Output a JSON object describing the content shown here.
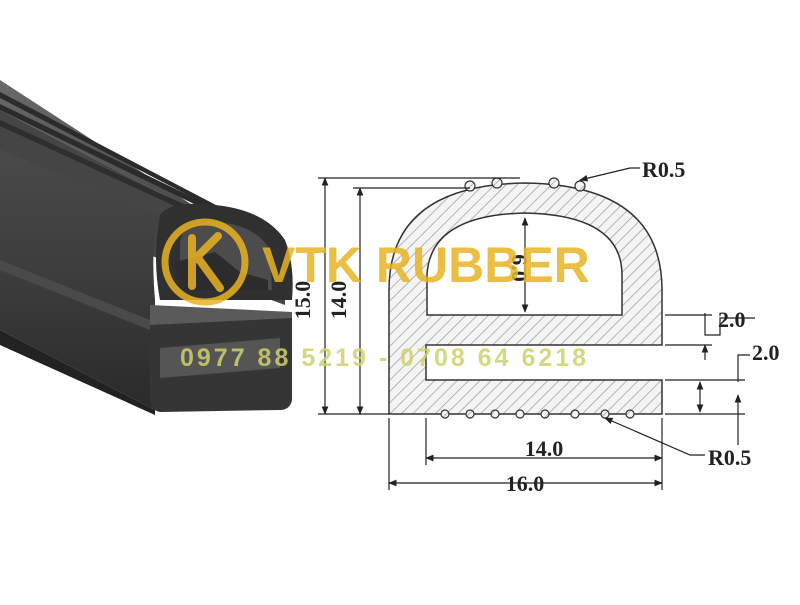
{
  "brand": {
    "name": "VTK RUBBER",
    "logo_letter": "K",
    "phones": "0977 88 5219 - 0708 64 6218",
    "color": "#e8b423"
  },
  "drawing": {
    "product": "E-profile rubber seal",
    "dimensions": {
      "total_height": "15.0",
      "inner_height": "14.0",
      "hollow_height": "6.0",
      "slot_top_wall": "2.0",
      "slot_gap": "2.0",
      "bottom_width": "14.0",
      "total_width": "16.0",
      "radius_top": "R0.5",
      "radius_bottom": "R0.5"
    },
    "colors": {
      "line": "#333333",
      "hatch": "#999999",
      "profile_dark": "#3a3a3a"
    }
  }
}
